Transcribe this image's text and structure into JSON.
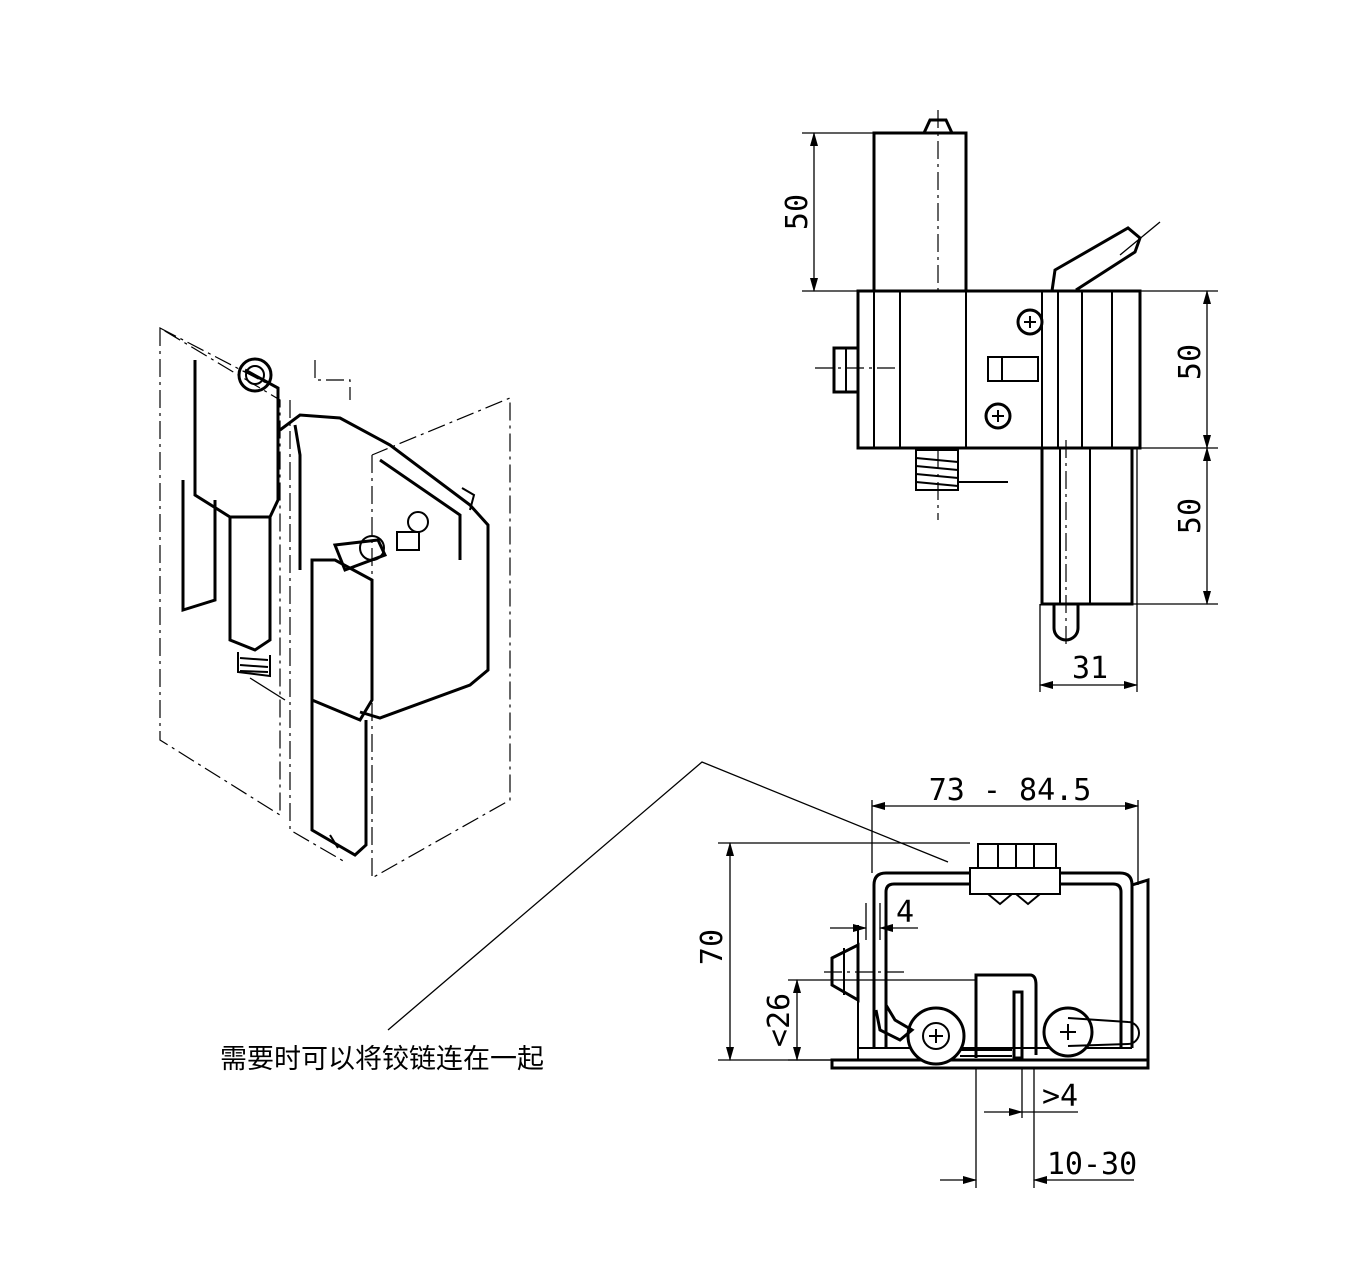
{
  "dimensions": {
    "top_height": "50",
    "right_upper_height": "50",
    "right_lower_height": "50",
    "bottom_width": "31",
    "span_width": "73 - 84.5",
    "overall_height": "70",
    "thickness": "4",
    "max_depth": "<26",
    "min_gap": ">4",
    "offset_range": "10-30"
  },
  "annotation": {
    "note": "需要时可以将铰链连在一起"
  },
  "colors": {
    "line": "#000000",
    "background": "#ffffff"
  }
}
